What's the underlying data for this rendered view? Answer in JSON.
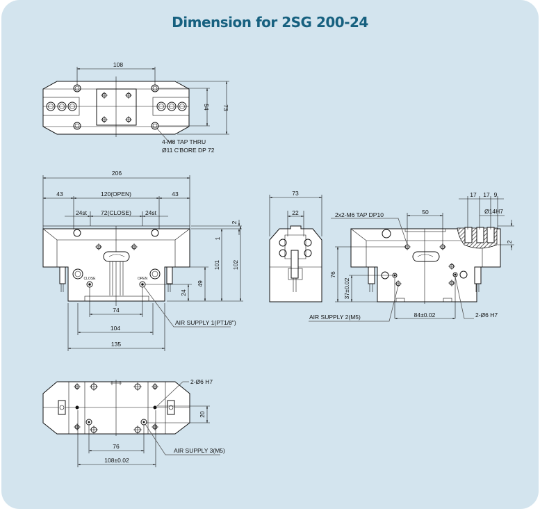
{
  "title": "Dimension for 2SG 200-24",
  "colors": {
    "background": "#d3e4ee",
    "title": "#16607f",
    "line": "#111111"
  },
  "top_view": {
    "dim_hole_pitch": "108",
    "dim_inner_height": "54",
    "dim_height": "73",
    "note_line1": "4-M8 TAP THRU",
    "note_line2": "Ø11 C'BORE DP 72"
  },
  "front_view": {
    "dim_total": "206",
    "dim_left": "43",
    "dim_open": "120(OPEN)",
    "dim_right": "43",
    "dim_stroke_left": "24st",
    "dim_close": "72(CLOSE)",
    "dim_stroke_right": "24st",
    "dim_2": "2",
    "dim_1": "1",
    "dim_101": "101",
    "dim_102": "102",
    "dim_49": "49",
    "dim_24": "24",
    "dim_74": "74",
    "dim_104": "104",
    "dim_135": "135",
    "port_close": "CLOSE",
    "port_open": "OPEN",
    "air_supply": "AIR SUPPLY 1(PT1/8\")"
  },
  "side_view": {
    "dim_width": "73",
    "dim_22": "22",
    "dim_50": "50",
    "dim_17a": "17",
    "dim_17b": "17",
    "dim_9": "9",
    "dim_bore": "Ø14H7",
    "dim_2": "2",
    "dim_76": "76",
    "dim_37": "37±0.02",
    "dim_84": "84±0.02",
    "tap_note": "2x2-M6 TAP DP10",
    "air_supply": "AIR SUPPLY 2(M5)",
    "pin_note": "2-Ø6 H7"
  },
  "bottom_view": {
    "pin_note": "2-Ø6 H7",
    "dim_20": "20",
    "dim_76": "76",
    "dim_108": "108±0.02",
    "air_supply": "AIR SUPPLY 3(M5)"
  }
}
